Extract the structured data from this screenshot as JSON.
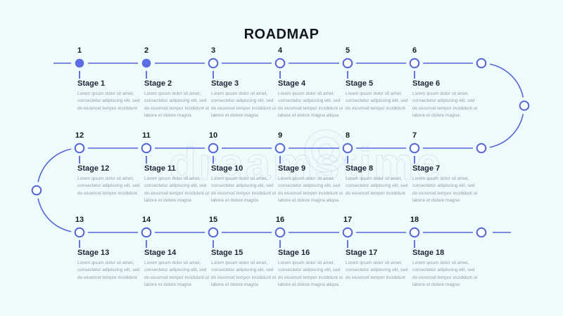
{
  "title": "ROADMAP",
  "watermark": {
    "text": "dreamstime"
  },
  "colors": {
    "background": "#eefbfc",
    "line": "#5465d8",
    "dot_filled": "#5c6ce4",
    "dot_outline": "#5465d8",
    "number_text": "#15171c",
    "stage_title_text": "#1e2235",
    "description_text": "#949ba8",
    "title_text": "#14161f"
  },
  "stages": [
    {
      "number": "1",
      "title": "Stage 1",
      "description": "Lorem ipsum dolor sit amet, consectetur adipiscing elit, sed do eiusmod tempor incididunt",
      "milestone_filled": true
    },
    {
      "number": "2",
      "title": "Stage 2",
      "description": "Lorem ipsum dolor sit amet, consectetur adipiscing elit, sed do eiusmod tempor incididunt ut labore et dolore magna",
      "milestone_filled": true
    },
    {
      "number": "3",
      "title": "Stage 3",
      "description": "Lorem ipsum dolor sit amet, consectetur adipiscing elit, sed do eiusmod tempor incididunt ut labore et dolore magna",
      "milestone_filled": false
    },
    {
      "number": "4",
      "title": "Stage 4",
      "description": "Lorem ipsum dolor sit amet, consectetur adipiscing elit, sed do eiusmod tempor incididunt ut labore et dolore magna aliqua.",
      "milestone_filled": false
    },
    {
      "number": "5",
      "title": "Stage 5",
      "description": "Lorem ipsum dolor sit amet, consectetur adipiscing elit, sed do eiusmod tempor incididunt",
      "milestone_filled": false
    },
    {
      "number": "6",
      "title": "Stage 6",
      "description": "Lorem ipsum dolor sit amet, consectetur adipiscing elit, sed do eiusmod tempor incididunt ut labore et dolore magna",
      "milestone_filled": false
    },
    {
      "number": "7",
      "title": "Stage 7",
      "description": "Lorem ipsum dolor sit amet, consectetur adipiscing elit, sed do eiusmod tempor incididunt ut labore et dolore magna",
      "milestone_filled": false
    },
    {
      "number": "8",
      "title": "Stage 8",
      "description": "Lorem ipsum dolor sit amet, consectetur adipiscing elit, sed do eiusmod tempor incididunt",
      "milestone_filled": false
    },
    {
      "number": "9",
      "title": "Stage 9",
      "description": "Lorem ipsum dolor sit amet, consectetur adipiscing elit, sed do eiusmod tempor incididunt ut labore et dolore magna aliqua.",
      "milestone_filled": false
    },
    {
      "number": "10",
      "title": "Stage 10",
      "description": "Lorem ipsum dolor sit amet, consectetur adipiscing elit, sed do eiusmod tempor incididunt ut labore et dolore magna",
      "milestone_filled": false
    },
    {
      "number": "11",
      "title": "Stage 11",
      "description": "Lorem ipsum dolor sit amet, consectetur adipiscing elit, sed do eiusmod tempor incididunt ut labore et dolore magna",
      "milestone_filled": false
    },
    {
      "number": "12",
      "title": "Stage 12",
      "description": "Lorem ipsum dolor sit amet, consectetur adipiscing elit, sed do eiusmod tempor incididunt",
      "milestone_filled": false
    },
    {
      "number": "13",
      "title": "Stage 13",
      "description": "Lorem ipsum dolor sit amet, consectetur adipiscing elit, sed do eiusmod tempor incididunt",
      "milestone_filled": false
    },
    {
      "number": "14",
      "title": "Stage 14",
      "description": "Lorem ipsum dolor sit amet, consectetur adipiscing elit, sed do eiusmod tempor incididunt ut labore et dolore magna",
      "milestone_filled": false
    },
    {
      "number": "15",
      "title": "Stage 15",
      "description": "Lorem ipsum dolor sit amet, consectetur adipiscing elit, sed do eiusmod tempor incididunt ut labore et dolore magna",
      "milestone_filled": false
    },
    {
      "number": "16",
      "title": "Stage 16",
      "description": "Lorem ipsum dolor sit amet, consectetur adipiscing elit, sed do eiusmod tempor incididunt ut labore et dolore magna aliqua.",
      "milestone_filled": false
    },
    {
      "number": "17",
      "title": "Stage 17",
      "description": "Lorem ipsum dolor sit amet, consectetur adipiscing elit, sed do eiusmod tempor incididunt",
      "milestone_filled": false
    },
    {
      "number": "18",
      "title": "Stage 18",
      "description": "Lorem ipsum dolor sit amet, consectetur adipiscing elit, sed do eiusmod tempor incididunt ut labore et dolore magna",
      "milestone_filled": false
    }
  ]
}
